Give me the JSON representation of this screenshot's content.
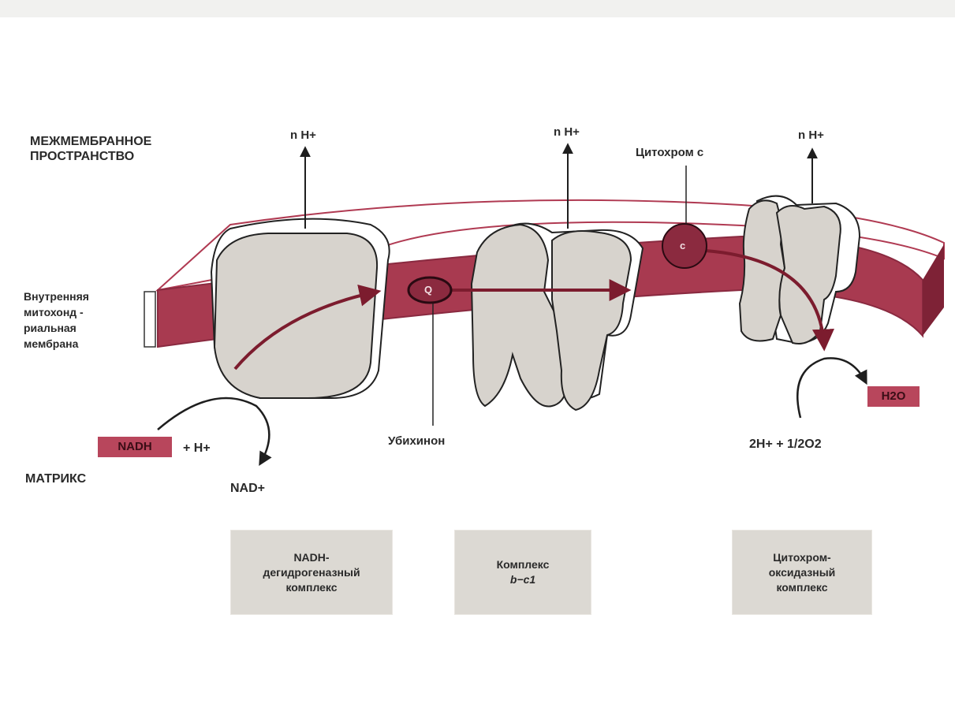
{
  "labels": {
    "intermembrane_space": [
      "МЕЖМЕМБРАННОЕ",
      "ПРОСТРАНСТВО"
    ],
    "inner_membrane": [
      "Внутренняя",
      "митохонд -",
      "риальная",
      "мембрана"
    ],
    "matrix": "МАТРИКС",
    "proton_pumped": "n H+",
    "cytochrome_c": "Цитохром c",
    "cytochrome_c_mark": "c",
    "ubiquinone": "Убихинон",
    "ubiquinone_mark": "Q",
    "nadh": "NADH",
    "plus_h": "+ H+",
    "nad_plus": "NAD+",
    "water": "H2O",
    "oxygen_reaction": "2H+ + 1/2O2"
  },
  "complexes": [
    {
      "lines": [
        "NADH-",
        "дегидрогеназный",
        "комплекс"
      ]
    },
    {
      "lines": [
        "Комплекс",
        "b−c1"
      ]
    },
    {
      "lines": [
        "Цитохром-",
        "оксидазный",
        "комплекс"
      ]
    }
  ],
  "colors": {
    "membrane": "#a83a50",
    "membrane_top": "#ffffff",
    "protein": "#d7d3cd",
    "arrow": "#7c1c2e",
    "label_box": "#dcd9d3",
    "tag": "#b8465c"
  }
}
